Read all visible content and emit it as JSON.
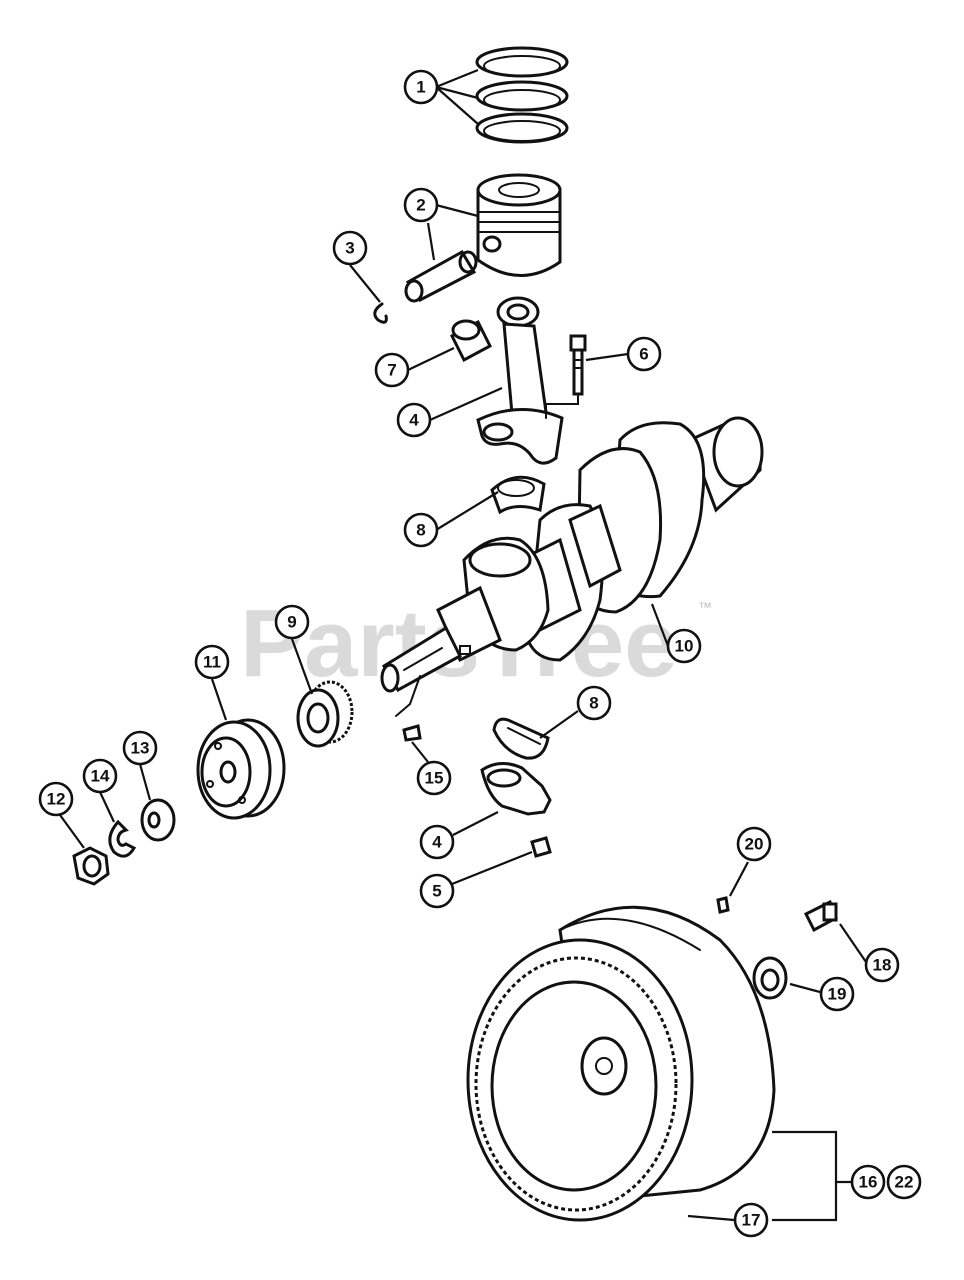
{
  "watermark": {
    "text": "PartsTree",
    "trademark": "™"
  },
  "callouts": [
    {
      "id": "c1",
      "label": "1"
    },
    {
      "id": "c2",
      "label": "2"
    },
    {
      "id": "c3",
      "label": "3"
    },
    {
      "id": "c4a",
      "label": "4"
    },
    {
      "id": "c4b",
      "label": "4"
    },
    {
      "id": "c5",
      "label": "5"
    },
    {
      "id": "c6",
      "label": "6"
    },
    {
      "id": "c7",
      "label": "7"
    },
    {
      "id": "c8a",
      "label": "8"
    },
    {
      "id": "c8b",
      "label": "8"
    },
    {
      "id": "c9",
      "label": "9"
    },
    {
      "id": "c10",
      "label": "10"
    },
    {
      "id": "c11",
      "label": "11"
    },
    {
      "id": "c12",
      "label": "12"
    },
    {
      "id": "c13",
      "label": "13"
    },
    {
      "id": "c14",
      "label": "14"
    },
    {
      "id": "c15",
      "label": "15"
    },
    {
      "id": "c16",
      "label": "16"
    },
    {
      "id": "c17",
      "label": "17"
    },
    {
      "id": "c18",
      "label": "18"
    },
    {
      "id": "c19",
      "label": "19"
    },
    {
      "id": "c20",
      "label": "20"
    },
    {
      "id": "c22",
      "label": "22"
    }
  ]
}
